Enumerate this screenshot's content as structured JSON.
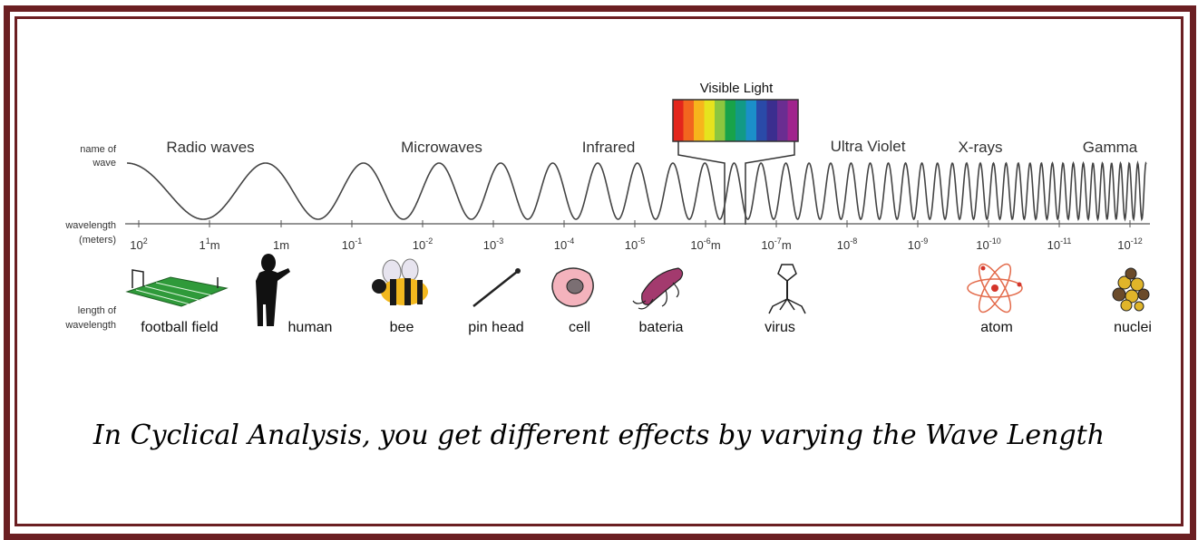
{
  "row_labels": {
    "name_line1": "name of",
    "name_line2": "wave",
    "wavelength_line1": "wavelength",
    "wavelength_line2": "(meters)",
    "length_line1": "length of",
    "length_line2": "wavelength"
  },
  "visible_light_label": "Visible Light",
  "wave_names": [
    "Radio waves",
    "Microwaves",
    "Infrared",
    "Ultra Violet",
    "X-rays",
    "Gamma"
  ],
  "ticks": [
    {
      "base": "10",
      "sup": "2",
      "after": ""
    },
    {
      "base": "1",
      "sup": "1",
      "after": "m"
    },
    {
      "base": "1m",
      "sup": "",
      "after": ""
    },
    {
      "base": "10",
      "sup": "-1",
      "after": ""
    },
    {
      "base": "10",
      "sup": "-2",
      "after": ""
    },
    {
      "base": "10",
      "sup": "-3",
      "after": ""
    },
    {
      "base": "10",
      "sup": "-4",
      "after": ""
    },
    {
      "base": "10",
      "sup": "-5",
      "after": ""
    },
    {
      "base": "10",
      "sup": "-6",
      "after": "m"
    },
    {
      "base": "10",
      "sup": "-7",
      "after": "m"
    },
    {
      "base": "10",
      "sup": "-8",
      "after": ""
    },
    {
      "base": "10",
      "sup": "-9",
      "after": ""
    },
    {
      "base": "10",
      "sup": "-10",
      "after": ""
    },
    {
      "base": "10",
      "sup": "-11",
      "after": ""
    },
    {
      "base": "10",
      "sup": "-12",
      "after": ""
    }
  ],
  "objects": [
    "football field",
    "human",
    "bee",
    "pin head",
    "cell",
    "bateria",
    "virus",
    "atom",
    "nuclei"
  ],
  "spectrum_colors": [
    "#e3261c",
    "#f2661f",
    "#f7b51c",
    "#e6e31e",
    "#8cc63f",
    "#18a34a",
    "#129a86",
    "#1b8fc9",
    "#2a4aa8",
    "#3b2e8f",
    "#6a2d91",
    "#a0238d"
  ],
  "caption": "In Cyclical Analysis, you get different effects by varying the Wave Length",
  "frame_color": "#6b1f22"
}
